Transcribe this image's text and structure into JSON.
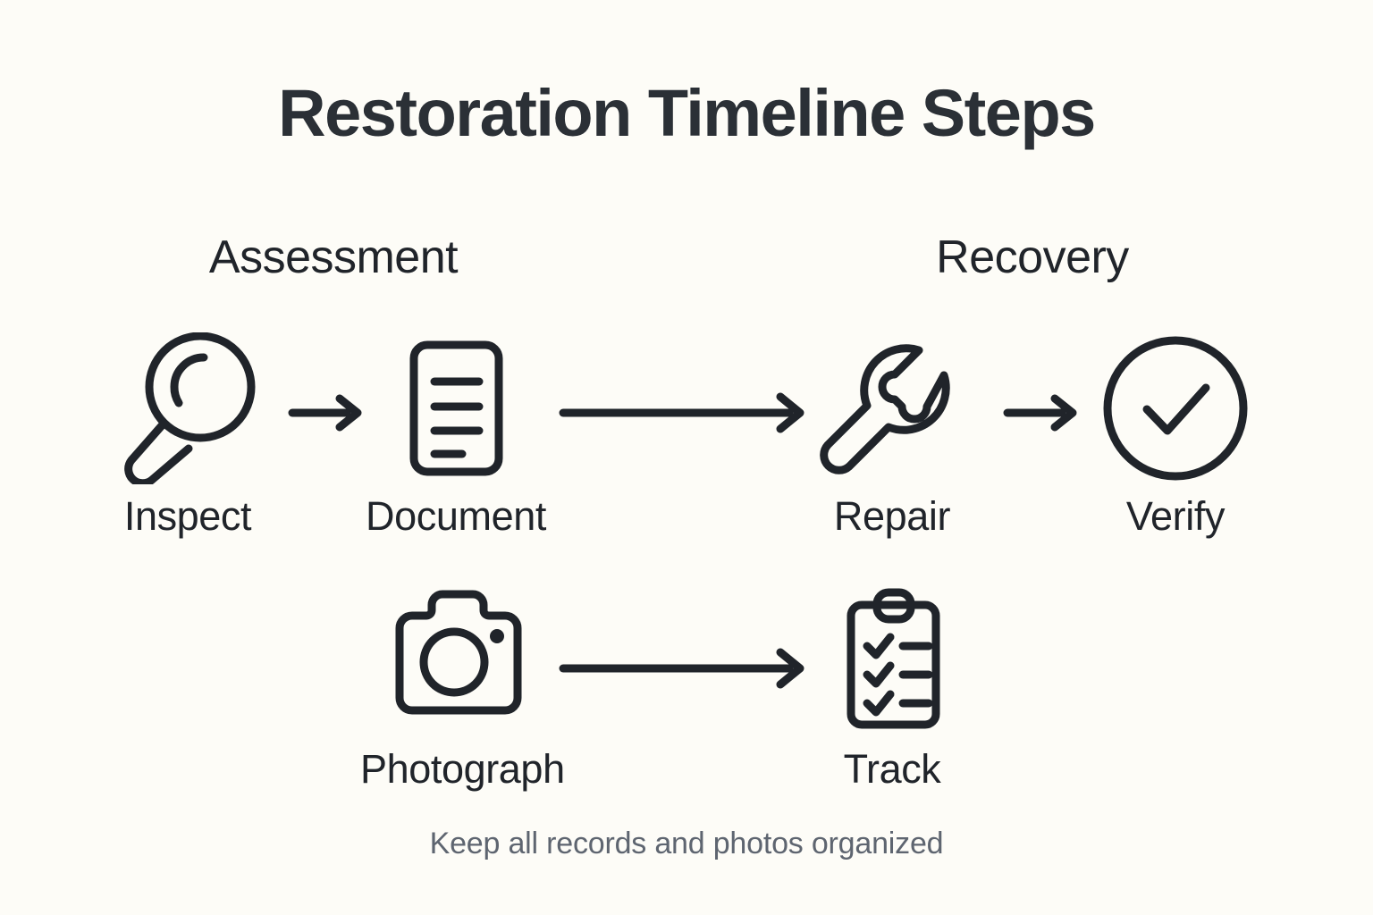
{
  "title": "Restoration Timeline Steps",
  "footer": "Keep all records and photos organized",
  "colors": {
    "background": "#fdfcf7",
    "ink": "#20242a",
    "title": "#2b3036",
    "muted": "#5e6570"
  },
  "groups": [
    {
      "id": "assessment",
      "label": "Assessment"
    },
    {
      "id": "recovery",
      "label": "Recovery"
    }
  ],
  "steps": [
    {
      "id": "inspect",
      "label": "Inspect",
      "icon": "magnifying-glass-icon",
      "group": "assessment",
      "row": 1
    },
    {
      "id": "document",
      "label": "Document",
      "icon": "document-icon",
      "group": "assessment",
      "row": 1
    },
    {
      "id": "repair",
      "label": "Repair",
      "icon": "wrench-icon",
      "group": "recovery",
      "row": 1
    },
    {
      "id": "verify",
      "label": "Verify",
      "icon": "check-circle-icon",
      "group": "recovery",
      "row": 1
    },
    {
      "id": "photograph",
      "label": "Photograph",
      "icon": "camera-icon",
      "group": "assessment",
      "row": 2
    },
    {
      "id": "track",
      "label": "Track",
      "icon": "clipboard-check-icon",
      "group": "recovery",
      "row": 2
    }
  ],
  "arrows": [
    {
      "id": "inspect-document",
      "from": "inspect",
      "to": "document",
      "length": "short"
    },
    {
      "id": "document-repair",
      "from": "document",
      "to": "repair",
      "length": "long"
    },
    {
      "id": "repair-verify",
      "from": "repair",
      "to": "verify",
      "length": "short"
    },
    {
      "id": "photograph-track",
      "from": "photograph",
      "to": "track",
      "length": "long"
    }
  ]
}
